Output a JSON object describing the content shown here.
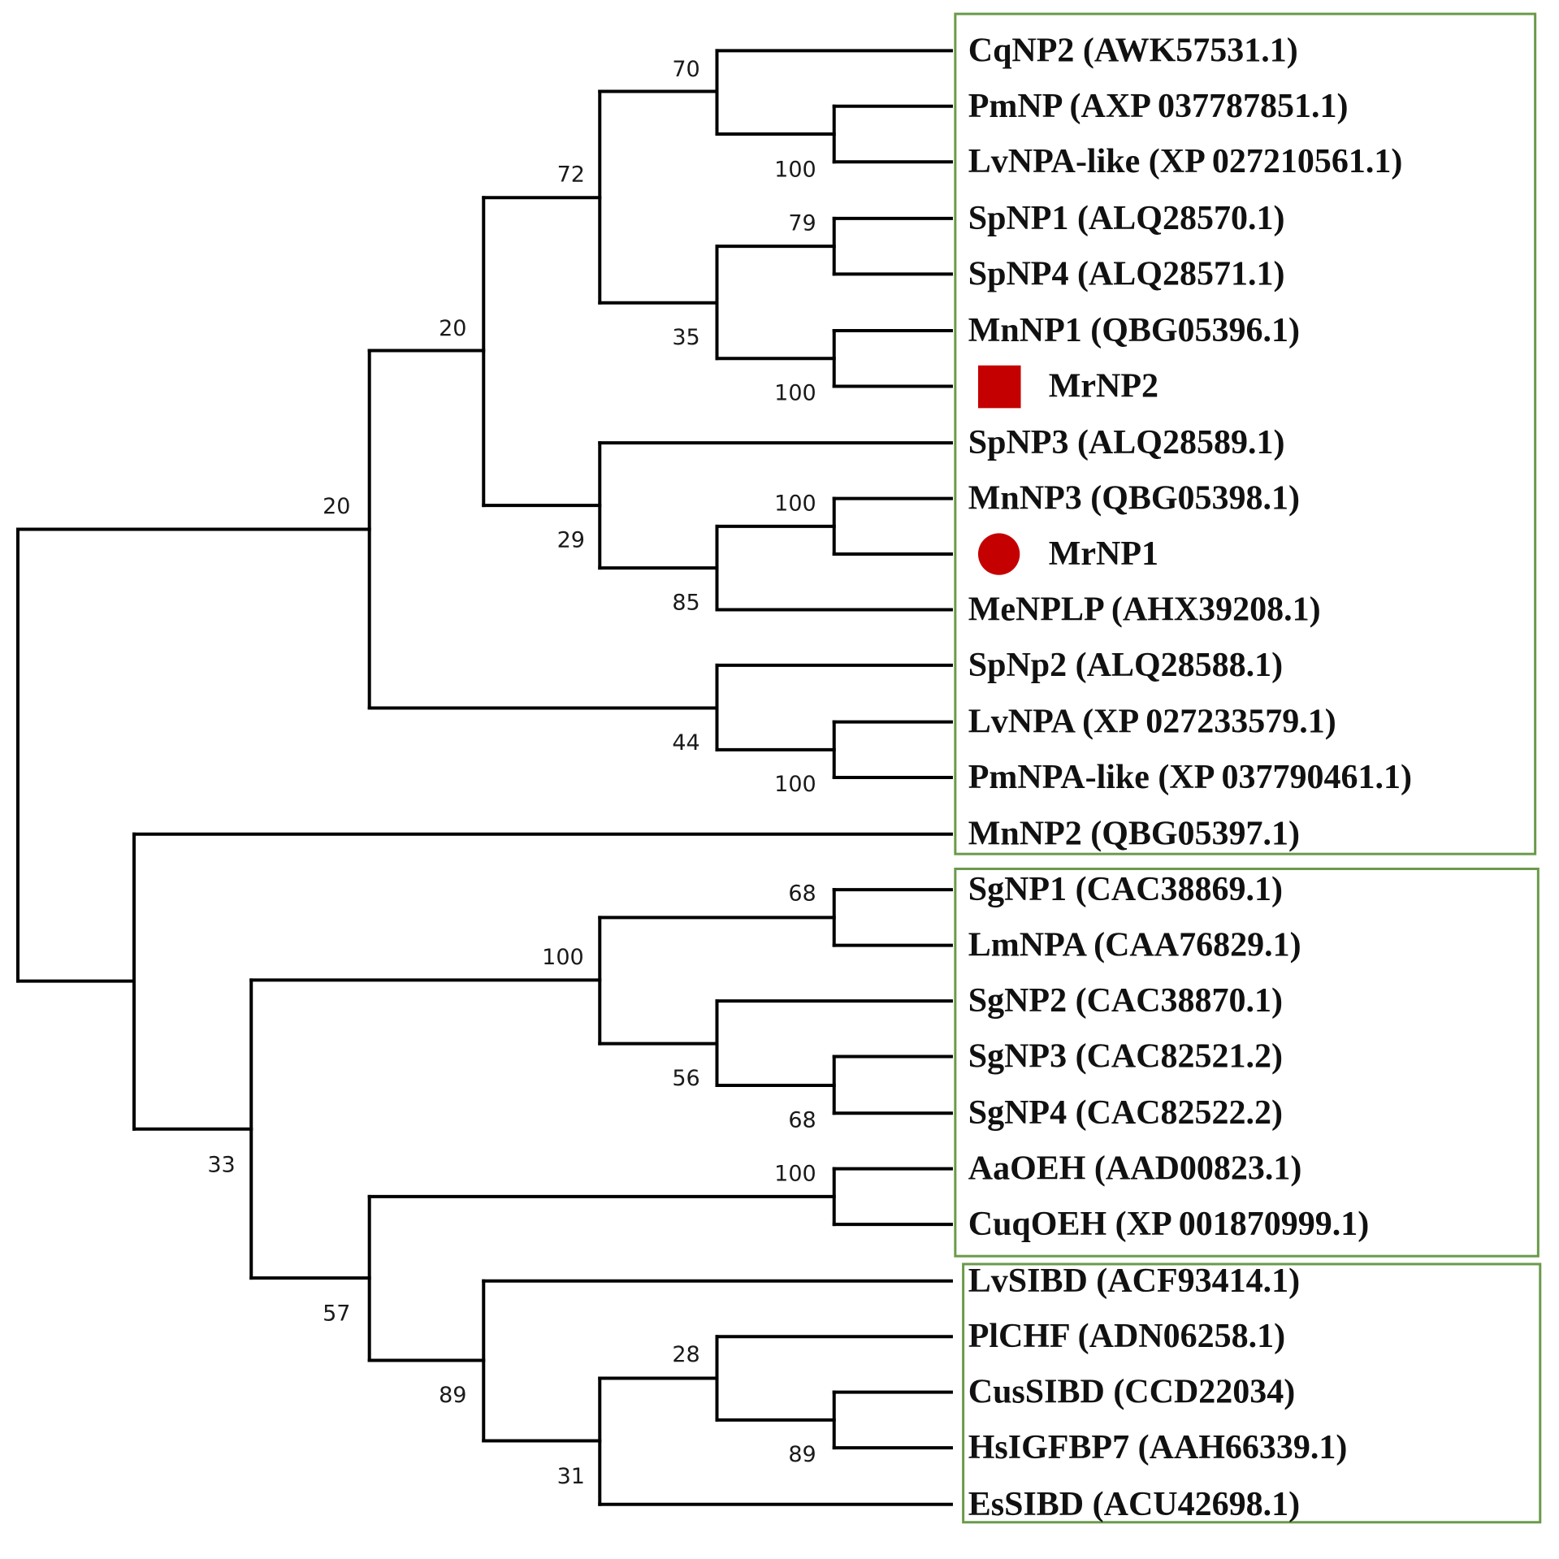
{
  "colors": {
    "branch": "#000000",
    "box": "#6a9a4a",
    "marker": "#c40000"
  },
  "leaves": [
    {
      "label": "CqNP2 (AWK57531.1)"
    },
    {
      "label": "PmNP (AXP 037787851.1)"
    },
    {
      "label": "LvNPA-like (XP 027210561.1)"
    },
    {
      "label": "SpNP1 (ALQ28570.1)"
    },
    {
      "label": "SpNP4 (ALQ28571.1)"
    },
    {
      "label": "MnNP1 (QBG05396.1)"
    },
    {
      "label": "MrNP2",
      "marker": "square"
    },
    {
      "label": "SpNP3 (ALQ28589.1)"
    },
    {
      "label": "MnNP3 (QBG05398.1)"
    },
    {
      "label": "MrNP1",
      "marker": "circle"
    },
    {
      "label": "MeNPLP (AHX39208.1)"
    },
    {
      "label": "SpNp2 (ALQ28588.1)"
    },
    {
      "label": "LvNPA (XP 027233579.1)"
    },
    {
      "label": "PmNPA-like (XP 037790461.1)"
    },
    {
      "label": "MnNP2 (QBG05397.1)"
    },
    {
      "label": "SgNP1 (CAC38869.1)"
    },
    {
      "label": "LmNPA (CAA76829.1)"
    },
    {
      "label": "SgNP2 (CAC38870.1)"
    },
    {
      "label": "SgNP3 (CAC82521.2)"
    },
    {
      "label": "SgNP4 (CAC82522.2)"
    },
    {
      "label": "AaOEH (AAD00823.1)"
    },
    {
      "label": "CuqOEH (XP 001870999.1)"
    },
    {
      "label": "LvSIBD (ACF93414.1)"
    },
    {
      "label": "PlCHF (ADN06258.1)"
    },
    {
      "label": "CusSIBD (CCD22034)"
    },
    {
      "label": "HsIGFBP7 (AAH66339.1)"
    },
    {
      "label": "EsSIBD (ACU42698.1)"
    }
  ],
  "bootstrap": [
    "70",
    "100",
    "72",
    "79",
    "35",
    "100",
    "20",
    "100",
    "29",
    "85",
    "20",
    "44",
    "100",
    "68",
    "100",
    "56",
    "68",
    "33",
    "100",
    "57",
    "28",
    "89",
    "89",
    "31"
  ]
}
